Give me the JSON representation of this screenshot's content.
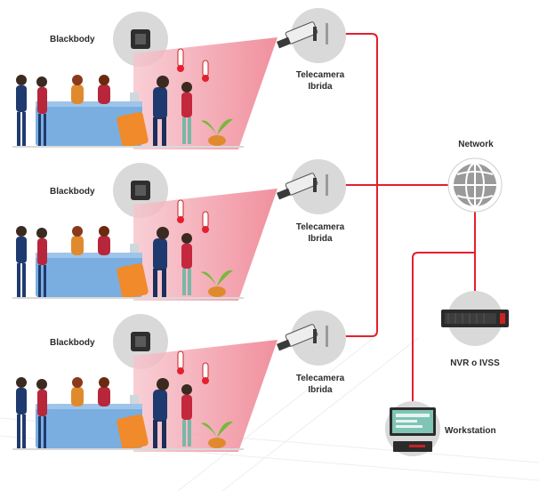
{
  "labels": {
    "blackbody": "Blackbody",
    "camera_line1": "Telecamera",
    "camera_line2": "Ibrida",
    "network": "Network",
    "nvr": "NVR o IVSS",
    "workstation": "Workstation"
  },
  "colors": {
    "link_line": "#e3202e",
    "beam": "#f29aa6",
    "circle_bg": "#d9d9d9",
    "desk": "#7aaee0",
    "globe": "#8c8c8c"
  },
  "icons": {
    "blackbody": "blackbody-device-icon",
    "camera": "bullet-camera-icon",
    "network": "globe-icon",
    "nvr": "nvr-recorder-icon",
    "workstation": "workstation-monitor-icon"
  }
}
